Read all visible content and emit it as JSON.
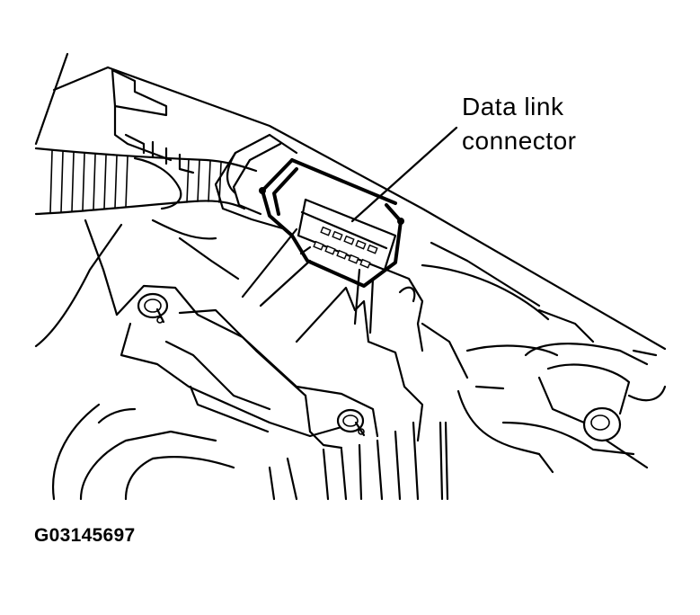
{
  "callout": {
    "line1": "Data link",
    "line2": "connector"
  },
  "figure_id": "G03145697"
}
